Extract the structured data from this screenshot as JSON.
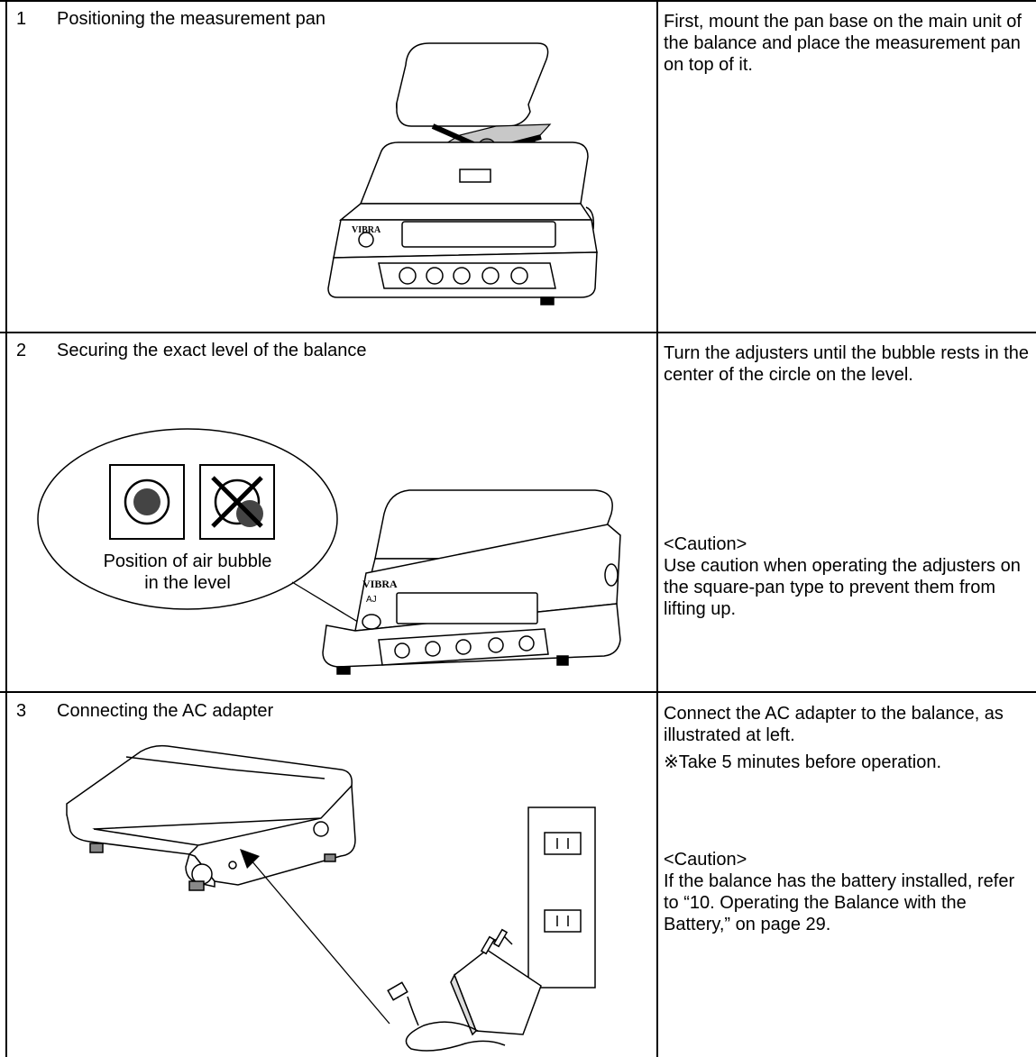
{
  "steps": [
    {
      "number": "1",
      "title": "Positioning the measurement pan",
      "description": [
        "First, mount the pan base on the main unit of the balance and place the measurement pan on top of it."
      ]
    },
    {
      "number": "2",
      "title": "Securing the exact level of the balance",
      "description": [
        "Turn the adjusters until the bubble rests in the center of the circle on the level."
      ],
      "caution_heading": "<Caution>",
      "caution_text": "Use caution when operating the adjusters on the square-pan type to prevent them from lifting up.",
      "bubble_label_line1": "Position of air bubble",
      "bubble_label_line2": "in the level"
    },
    {
      "number": "3",
      "title": "Connecting the AC adapter",
      "description": [
        "Connect the AC adapter to the balance, as illustrated at left.",
        "※Take 5 minutes before operation."
      ],
      "caution_heading": "<Caution>",
      "caution_text": "If the balance has the battery installed, refer to “10. Operating the Balance with the Battery,” on page 29."
    }
  ],
  "brand": {
    "name": "VIBRA",
    "model": "AJ"
  }
}
